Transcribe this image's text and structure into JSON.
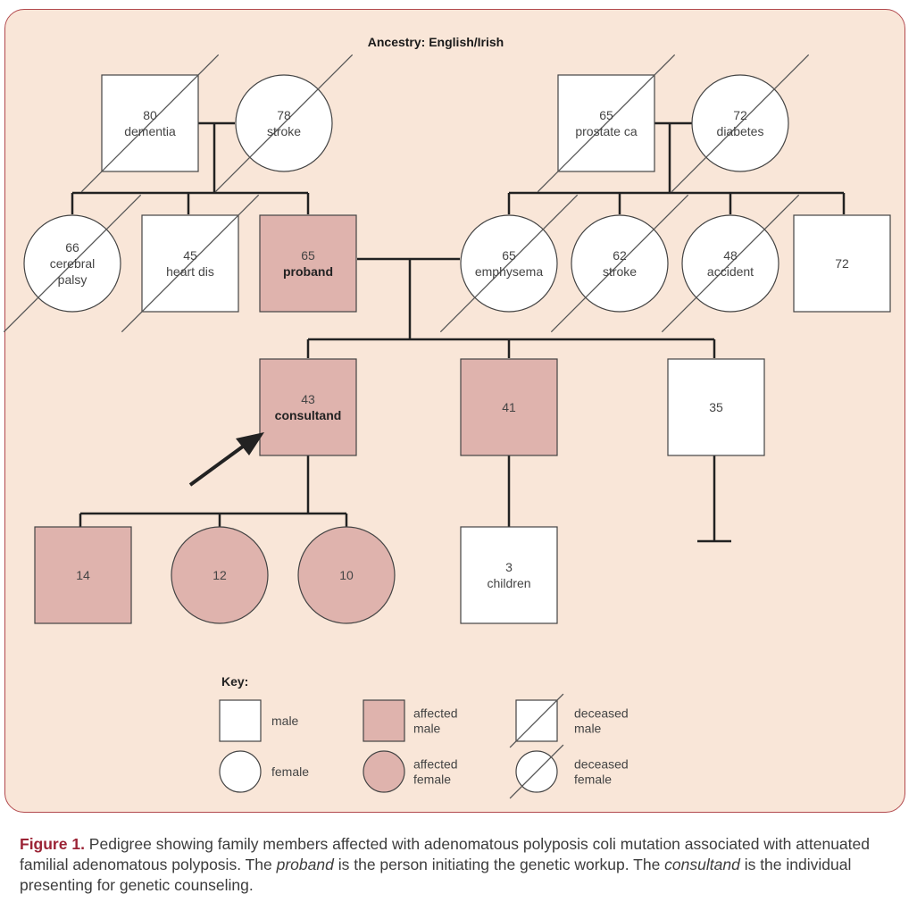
{
  "ancestry": "Ancestry: English/Irish",
  "colors": {
    "affected_fill": "#dfb3ad",
    "unaffected_fill": "#ffffff",
    "panel_bg": "#f9e6d8",
    "panel_border": "#b2494d",
    "line": "#222222",
    "caption_label": "#9b2335"
  },
  "individuals": {
    "pat_grandfather": {
      "sex": "male",
      "affected": false,
      "deceased": true,
      "lines": [
        "80",
        "dementia"
      ]
    },
    "pat_grandmother": {
      "sex": "female",
      "affected": false,
      "deceased": true,
      "lines": [
        "78",
        "stroke"
      ]
    },
    "mat_grandfather": {
      "sex": "male",
      "affected": false,
      "deceased": true,
      "lines": [
        "65",
        "prostate ca"
      ]
    },
    "mat_grandmother": {
      "sex": "female",
      "affected": false,
      "deceased": true,
      "lines": [
        "72",
        "diabetes"
      ]
    },
    "aunt_palsy": {
      "sex": "female",
      "affected": false,
      "deceased": true,
      "lines": [
        "66",
        "cerebral",
        "palsy"
      ]
    },
    "uncle_heart": {
      "sex": "male",
      "affected": false,
      "deceased": true,
      "lines": [
        "45",
        "heart dis"
      ]
    },
    "proband": {
      "sex": "male",
      "affected": true,
      "deceased": false,
      "lines": [
        "65",
        "proband"
      ]
    },
    "mother": {
      "sex": "female",
      "affected": false,
      "deceased": true,
      "lines": [
        "65",
        "emphysema"
      ]
    },
    "aunt_stroke": {
      "sex": "female",
      "affected": false,
      "deceased": true,
      "lines": [
        "62",
        "stroke"
      ]
    },
    "aunt_accident": {
      "sex": "female",
      "affected": false,
      "deceased": true,
      "lines": [
        "48",
        "accident"
      ]
    },
    "uncle_72": {
      "sex": "male",
      "affected": false,
      "deceased": false,
      "lines": [
        "72"
      ]
    },
    "consultand": {
      "sex": "male",
      "affected": true,
      "deceased": false,
      "lines": [
        "43",
        "consultand"
      ]
    },
    "son_41": {
      "sex": "male",
      "affected": true,
      "deceased": false,
      "lines": [
        "41"
      ]
    },
    "son_35": {
      "sex": "male",
      "affected": false,
      "deceased": false,
      "lines": [
        "35"
      ]
    },
    "grandson_14": {
      "sex": "male",
      "affected": true,
      "deceased": false,
      "lines": [
        "14"
      ]
    },
    "granddaughter_12": {
      "sex": "female",
      "affected": true,
      "deceased": false,
      "lines": [
        "12"
      ]
    },
    "granddaughter_10": {
      "sex": "female",
      "affected": true,
      "deceased": false,
      "lines": [
        "10"
      ]
    },
    "children_3": {
      "sex": "male",
      "affected": false,
      "deceased": false,
      "lines": [
        "3",
        "children"
      ]
    }
  },
  "key": {
    "title": "Key:",
    "items": [
      {
        "sex": "male",
        "affected": false,
        "deceased": false,
        "lines": [
          "male"
        ]
      },
      {
        "sex": "male",
        "affected": true,
        "deceased": false,
        "lines": [
          "affected",
          "male"
        ]
      },
      {
        "sex": "male",
        "affected": false,
        "deceased": true,
        "lines": [
          "deceased",
          "male"
        ]
      },
      {
        "sex": "female",
        "affected": false,
        "deceased": false,
        "lines": [
          "female"
        ]
      },
      {
        "sex": "female",
        "affected": true,
        "deceased": false,
        "lines": [
          "affected",
          "female"
        ]
      },
      {
        "sex": "female",
        "affected": false,
        "deceased": true,
        "lines": [
          "deceased",
          "female"
        ]
      }
    ]
  },
  "caption": {
    "label": "Figure 1.",
    "text_1": " Pedigree showing family members affected with adenomatous polyposis coli mutation associated with attenuated familial adenomatous polyposis. The ",
    "term_1": "proband",
    "text_2": " is the person initiating the genetic workup. The ",
    "term_2": "consultand",
    "text_3": " is the individual presenting for genetic counseling."
  }
}
